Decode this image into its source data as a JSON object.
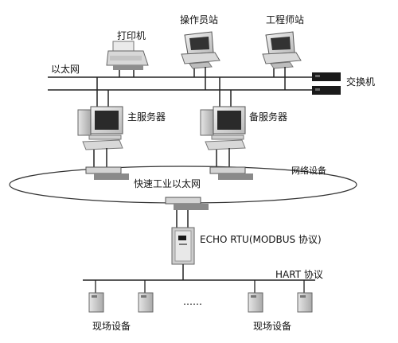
{
  "labels": {
    "printer": "打印机",
    "operator_station": "操作员站",
    "engineer_station": "工程师站",
    "ethernet": "以太网",
    "switch": "交换机",
    "main_server": "主服务器",
    "backup_server": "备服务器",
    "network_device": "网络设备",
    "fast_industrial_ethernet": "快速工业以太网",
    "rtu": "ECHO RTU(MODBUS 协议)",
    "hart": "HART 协议",
    "ellipsis": "……",
    "field_device_left": "现场设备",
    "field_device_right": "现场设备"
  }
}
